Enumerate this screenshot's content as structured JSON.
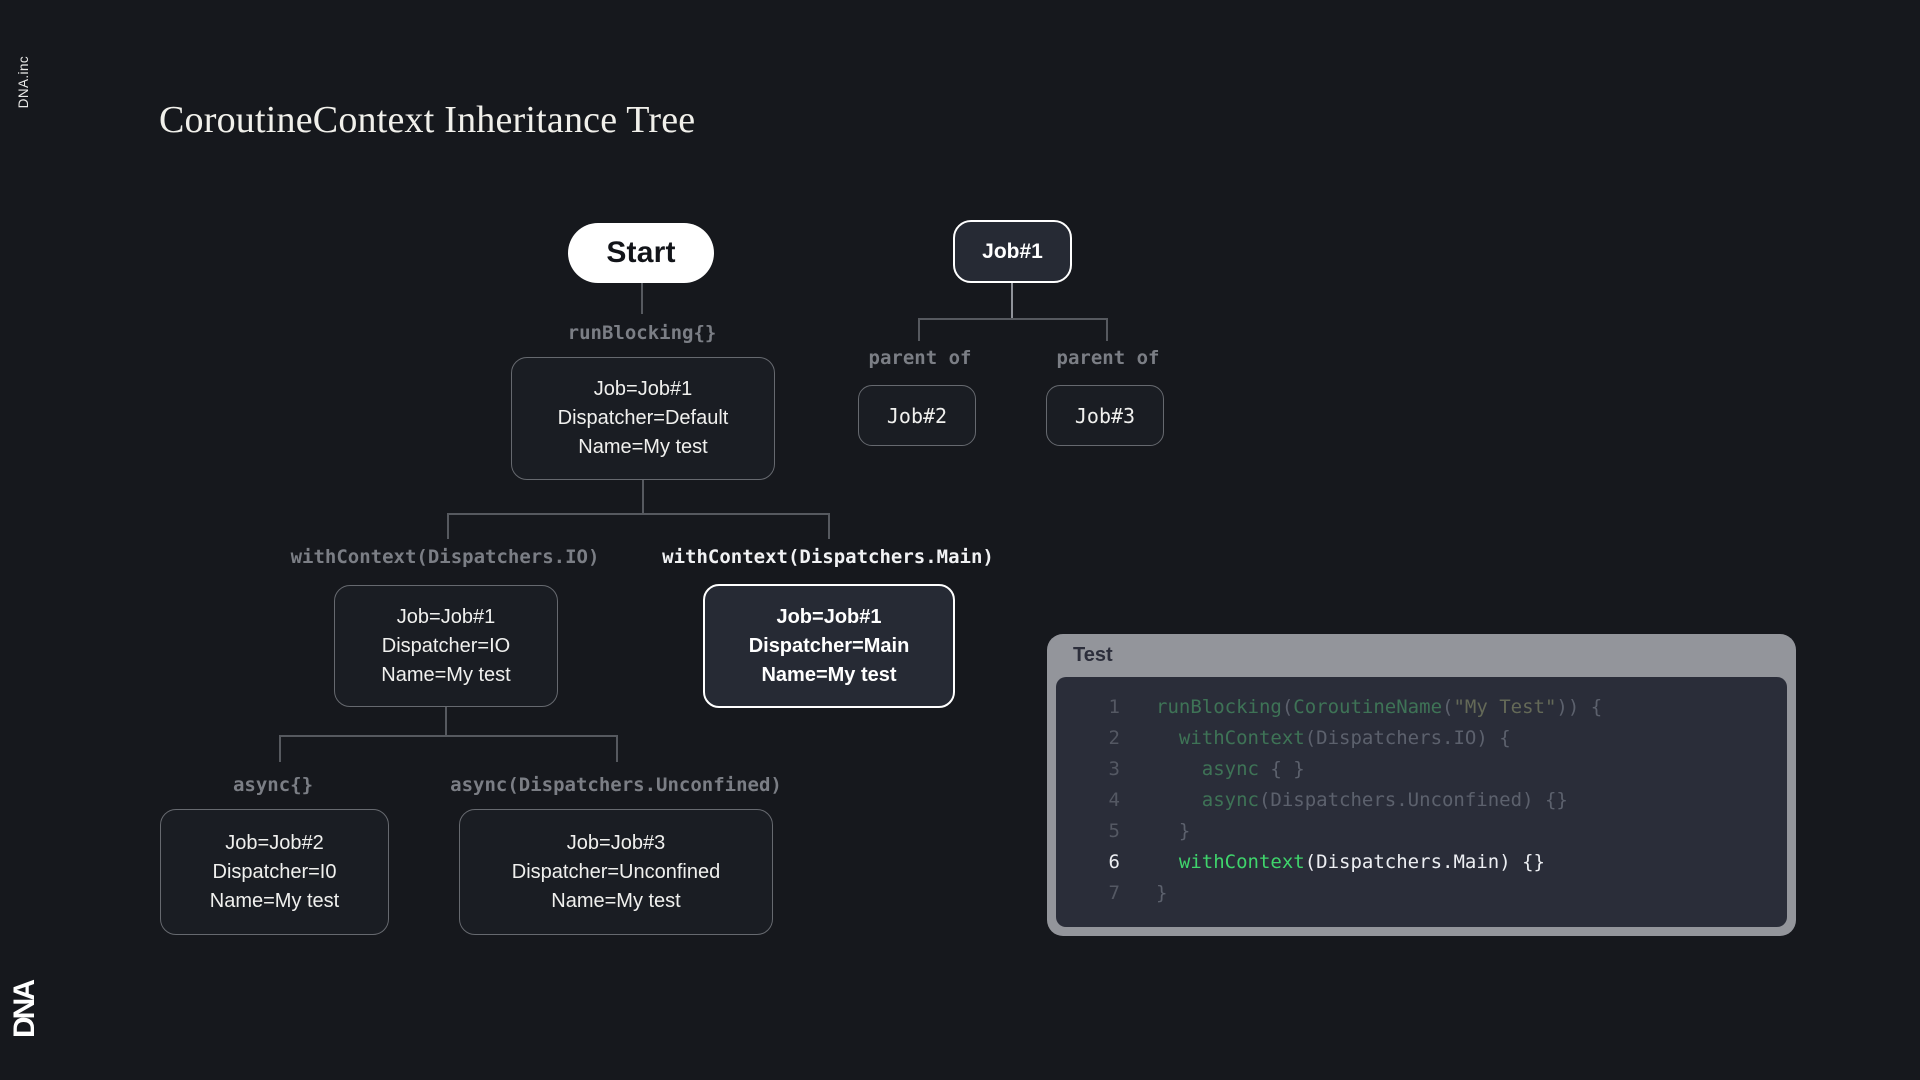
{
  "brand": {
    "vertical_text": "DNA.inc",
    "logo_text": "DNA"
  },
  "title": "CoroutineContext Inheritance Tree",
  "tree": {
    "start_label": "Start",
    "edge_labels": {
      "run_blocking": "runBlocking{}",
      "with_context_io": "withContext(Dispatchers.IO)",
      "with_context_main": "withContext(Dispatchers.Main)",
      "async_empty": "async{}",
      "async_unconfined": "async(Dispatchers.Unconfined)"
    },
    "nodes": {
      "root": {
        "lines": [
          "Job=Job#1",
          "Dispatcher=Default",
          "Name=My test"
        ]
      },
      "io": {
        "lines": [
          "Job=Job#1",
          "Dispatcher=IO",
          "Name=My test"
        ]
      },
      "main": {
        "lines": [
          "Job=Job#1",
          "Dispatcher=Main",
          "Name=My test"
        ]
      },
      "job2": {
        "lines": [
          "Job=Job#2",
          "Dispatcher=I0",
          "Name=My test"
        ]
      },
      "job3": {
        "lines": [
          "Job=Job#3",
          "Dispatcher=Unconfined",
          "Name=My test"
        ]
      }
    }
  },
  "job_graph": {
    "root_label": "Job#1",
    "edge_label_left": "parent of",
    "edge_label_right": "parent of",
    "child_left": "Job#2",
    "child_right": "Job#3"
  },
  "code_panel": {
    "title": "Test",
    "lines": [
      {
        "num": "1",
        "state": "dim",
        "tokens": [
          {
            "t": "runBlocking",
            "c": "kw"
          },
          {
            "t": "(",
            "c": "p"
          },
          {
            "t": "CoroutineName",
            "c": "kw"
          },
          {
            "t": "(",
            "c": "p"
          },
          {
            "t": "\"My Test\"",
            "c": "str"
          },
          {
            "t": ")) {",
            "c": "p"
          }
        ]
      },
      {
        "num": "2",
        "state": "dim",
        "tokens": [
          {
            "t": "  ",
            "c": "p"
          },
          {
            "t": "withContext",
            "c": "kw"
          },
          {
            "t": "(Dispatchers.IO) {",
            "c": "p"
          }
        ]
      },
      {
        "num": "3",
        "state": "dim",
        "tokens": [
          {
            "t": "    ",
            "c": "p"
          },
          {
            "t": "async",
            "c": "kw"
          },
          {
            "t": " { }",
            "c": "p"
          }
        ]
      },
      {
        "num": "4",
        "state": "dim",
        "tokens": [
          {
            "t": "    ",
            "c": "p"
          },
          {
            "t": "async",
            "c": "kw"
          },
          {
            "t": "(Dispatchers.Unconfined) {}",
            "c": "p"
          }
        ]
      },
      {
        "num": "5",
        "state": "dim",
        "tokens": [
          {
            "t": "  }",
            "c": "p"
          }
        ]
      },
      {
        "num": "6",
        "state": "bright",
        "tokens": [
          {
            "t": "  ",
            "c": "p"
          },
          {
            "t": "withContext",
            "c": "kw"
          },
          {
            "t": "(Dispatchers.Main) {}",
            "c": "bright"
          }
        ]
      },
      {
        "num": "7",
        "state": "dim",
        "tokens": [
          {
            "t": "}",
            "c": "p"
          }
        ]
      }
    ]
  },
  "colors": {
    "background": "#16181d",
    "accent_green": "#3fd46c",
    "panel_header": "#93959b",
    "panel_body": "#2a2d39",
    "muted_gray": "#7b7e85",
    "node_border": "#66696f",
    "highlight_border": "#ffffff"
  }
}
